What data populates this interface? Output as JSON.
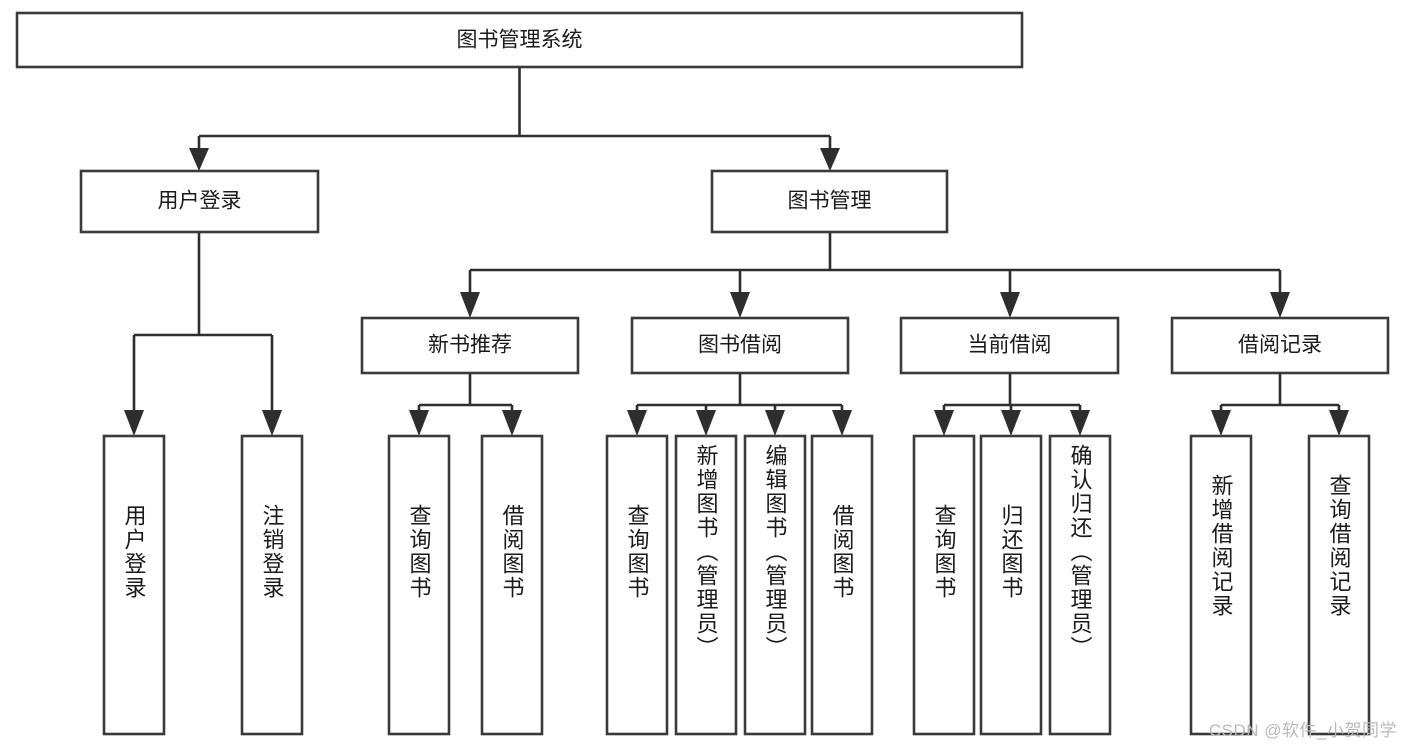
{
  "diagram": {
    "type": "tree-hierarchy-chart",
    "orientation": "top-down",
    "root": {
      "label": "图书管理系统"
    },
    "level2": [
      {
        "label": "用户登录"
      },
      {
        "label": "图书管理"
      }
    ],
    "level3": [
      {
        "label": "新书推荐"
      },
      {
        "label": "图书借阅"
      },
      {
        "label": "当前借阅"
      },
      {
        "label": "借阅记录"
      }
    ],
    "leaves": {
      "user_login": [
        "用户登录",
        "注销登录"
      ],
      "new_book_recommend": [
        "查询图书",
        "借阅图书"
      ],
      "book_borrow": [
        "查询图书",
        "新增图书（管理员）",
        "编辑图书（管理员）",
        "借阅图书"
      ],
      "current_borrow": [
        "查询图书",
        "归还图书",
        "确认归还（管理员）"
      ],
      "borrow_record": [
        "新增借阅记录",
        "查询借阅记录"
      ]
    }
  },
  "watermark": {
    "text": "CSDN @软件_小贺同学"
  },
  "colors": {
    "box_stroke": "#3a3a3a",
    "connector": "#2e2e2e",
    "text": "#1a1a1a",
    "background": "#ffffff",
    "watermark": "#b9b9b9"
  }
}
